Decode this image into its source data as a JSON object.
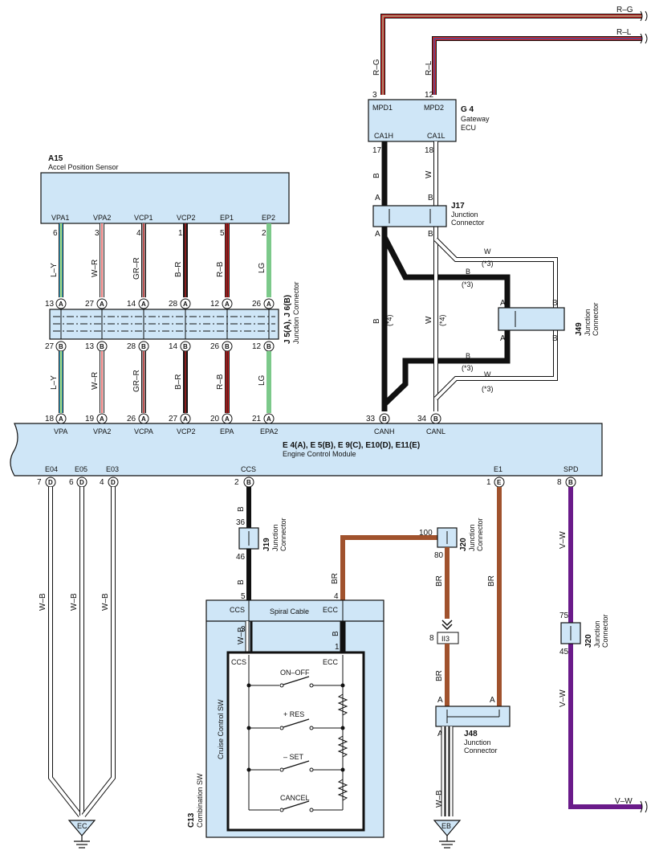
{
  "wire_refs": {
    "r_g": "R–G",
    "r_l": "R–L",
    "v_w": "V–W"
  },
  "gateway": {
    "id": "G 4",
    "name_line1": "Gateway",
    "name_line2": "ECU",
    "pins": [
      {
        "name": "MPD1",
        "num": "3",
        "wire": "R–G"
      },
      {
        "name": "MPD2",
        "num": "12",
        "wire": "R–L"
      },
      {
        "name": "CA1H",
        "num": "17",
        "wire": "B"
      },
      {
        "name": "CA1L",
        "num": "18",
        "wire": "W"
      }
    ]
  },
  "j17": {
    "id": "J17",
    "line1": "Junction",
    "line2": "Connector",
    "pin_a": "A",
    "pin_b": "B"
  },
  "j49": {
    "id": "J49",
    "line1": "Junction",
    "line2": "Connector",
    "pin_a": "A",
    "pin_b": "B"
  },
  "can_notes": {
    "star3": "(*3)",
    "star4": "(*4)",
    "wire_b": "B",
    "wire_w": "W"
  },
  "accel_sensor": {
    "id": "A15",
    "name": "Accel Position Sensor",
    "pins": [
      {
        "name": "VPA1",
        "num": "6",
        "wire": "L–Y"
      },
      {
        "name": "VPA2",
        "num": "3",
        "wire": "W–R"
      },
      {
        "name": "VCP1",
        "num": "4",
        "wire": "GR–R"
      },
      {
        "name": "VCP2",
        "num": "1",
        "wire": "B–R"
      },
      {
        "name": "EP1",
        "num": "5",
        "wire": "R–B"
      },
      {
        "name": "EP2",
        "num": "2",
        "wire": "LG"
      }
    ]
  },
  "j5j6": {
    "id": "J 5(A), J 6(B)",
    "name": "Junction Connector",
    "top_nums": [
      "13",
      "27",
      "14",
      "28",
      "12",
      "26"
    ],
    "top_letter": "A",
    "bottom_nums": [
      "27",
      "13",
      "28",
      "14",
      "26",
      "12"
    ],
    "bottom_letter": "B"
  },
  "ecm": {
    "id": "E 4(A), E 5(B), E 9(C), E10(D), E11(E)",
    "name": "Engine Control Module",
    "top_pins": [
      {
        "num": "18",
        "letter": "A",
        "name": "VPA"
      },
      {
        "num": "19",
        "letter": "A",
        "name": "VPA2"
      },
      {
        "num": "26",
        "letter": "A",
        "name": "VCPA"
      },
      {
        "num": "27",
        "letter": "A",
        "name": "VCP2"
      },
      {
        "num": "20",
        "letter": "A",
        "name": "EPA"
      },
      {
        "num": "21",
        "letter": "A",
        "name": "EPA2"
      },
      {
        "num": "33",
        "letter": "B",
        "name": "CANH"
      },
      {
        "num": "34",
        "letter": "B",
        "name": "CANL"
      }
    ],
    "bottom_pins": [
      {
        "num": "7",
        "letter": "D",
        "name": "E04"
      },
      {
        "num": "6",
        "letter": "D",
        "name": "E05"
      },
      {
        "num": "4",
        "letter": "D",
        "name": "E03"
      },
      {
        "num": "2",
        "letter": "B",
        "name": "CCS"
      },
      {
        "num": "1",
        "letter": "E",
        "name": "E1"
      },
      {
        "num": "8",
        "letter": "B",
        "name": "SPD"
      }
    ]
  },
  "ground_wires": {
    "wb": "W–B"
  },
  "ground_ec": "EC",
  "ground_eb": "EB",
  "j19": {
    "id": "J19",
    "line1": "Junction",
    "line2": "Connector",
    "pin_top": "36",
    "pin_bottom": "46",
    "wire": "B"
  },
  "j20a": {
    "id": "J20",
    "line1": "Junction",
    "line2": "Connector",
    "pin_top": "100",
    "pin_bottom": "80"
  },
  "j20b": {
    "id": "J20",
    "line1": "Junction",
    "line2": "Connector",
    "pin_top": "75",
    "pin_bottom": "45"
  },
  "ii3": {
    "id": "II3",
    "pin": "8"
  },
  "j48": {
    "id": "J48",
    "line1": "Junction",
    "line2": "Connector",
    "pin_a": "A"
  },
  "spiral": {
    "name": "Spiral Cable",
    "ccs": "CCS",
    "ecc": "ECC",
    "pin5": "5",
    "pin4": "4",
    "pin3": "3",
    "pin1": "1"
  },
  "combo_sw": {
    "id": "C13",
    "name": "Combination SW",
    "inner_name": "Cruise Control SW",
    "ccs": "CCS",
    "ecc": "ECC",
    "switches": [
      "ON–OFF",
      "+ RES",
      "– SET",
      "CANCEL"
    ]
  },
  "wire_colors": {
    "br": "BR",
    "b": "B",
    "wb": "W–B",
    "vw": "V–W"
  },
  "colors": {
    "box_fill": "#cfe6f7",
    "brown": "#a0522d",
    "purple": "#6a1b8a",
    "red": "#d42020",
    "blue": "#2060c0",
    "green": "#7cc98a",
    "cyan": "#30b8c8",
    "gray": "#8a8a8a",
    "darkred": "#7a1010"
  }
}
